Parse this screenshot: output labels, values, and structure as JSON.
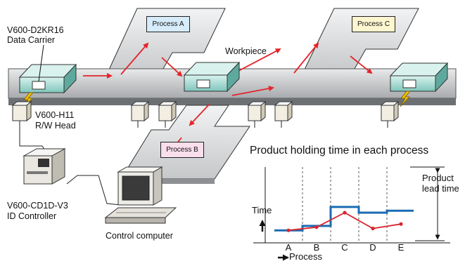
{
  "labels": {
    "carrier_line1": "V600-D2KR16",
    "carrier_line2": "Data Carrier",
    "workpiece": "Workpiece",
    "head_line1": "V600-H11",
    "head_line2": "R/W Head",
    "controller_line1": "V600-CD1D-V3",
    "controller_line2": "ID Controller",
    "computer": "Control computer"
  },
  "processes": {
    "a": {
      "label": "Process A",
      "color": "#d6ecfb"
    },
    "b": {
      "label": "Process B",
      "color": "#f9dfeb"
    },
    "c": {
      "label": "Process C",
      "color": "#fdf6cf"
    }
  },
  "colors": {
    "conveyor": "#c9cbcd",
    "carrier": "#a8ddd4",
    "flow_arrow": "#e3252b",
    "lead_time_line": "#1a6cb3",
    "holding_time_line": "#d9262f"
  },
  "chart_data": {
    "type": "line",
    "title": "Product holding time in each process",
    "ylabel": "Time",
    "xlabel": "Process",
    "categories": [
      "A",
      "B",
      "C",
      "D",
      "E"
    ],
    "annotation_line1": "Product",
    "annotation_line2": "lead time",
    "ylim": [
      0,
      100
    ],
    "series": [
      {
        "values": [
          2,
          7,
          30,
          5,
          12
        ]
      },
      {
        "values": [
          2,
          9,
          39,
          30,
          33
        ]
      }
    ],
    "grid": "dashed vertical separators between processes"
  }
}
